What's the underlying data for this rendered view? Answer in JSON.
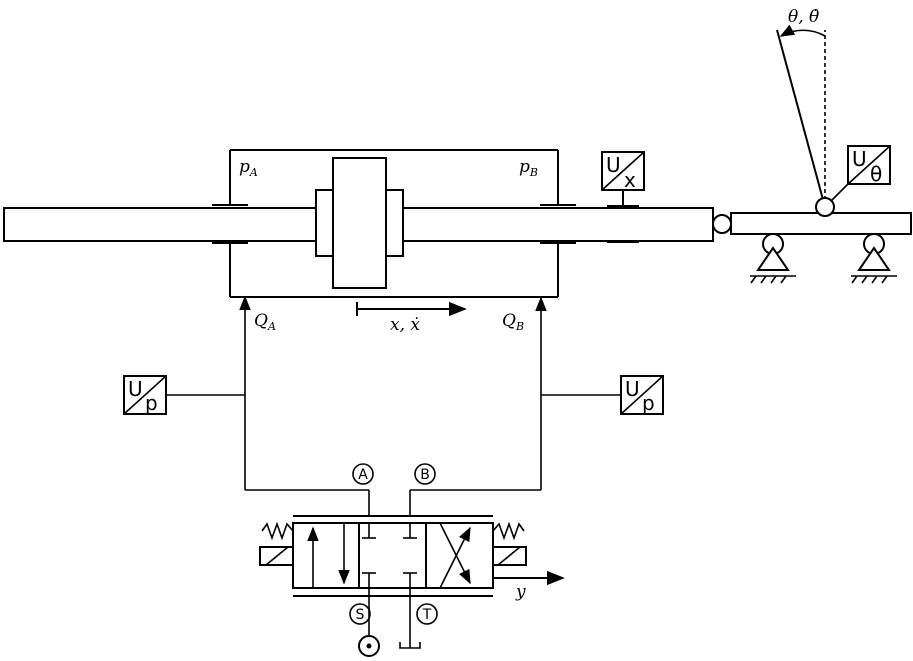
{
  "labels": {
    "pA": "p",
    "pA_sub": "A",
    "pB": "p",
    "pB_sub": "B",
    "QA": "Q",
    "QA_sub": "A",
    "QB": "Q",
    "QB_sub": "B",
    "x": "x, ẋ",
    "theta": "θ, θ̇",
    "y": "y"
  },
  "sensors": {
    "displacement": {
      "top": "U",
      "bottom": "x"
    },
    "angle": {
      "top": "U",
      "bottom": "θ"
    },
    "pressure_left": {
      "top": "U",
      "bottom": "p"
    },
    "pressure_right": {
      "top": "U",
      "bottom": "p"
    }
  },
  "ports": {
    "A": "A",
    "B": "B",
    "S": "S",
    "T": "T"
  }
}
